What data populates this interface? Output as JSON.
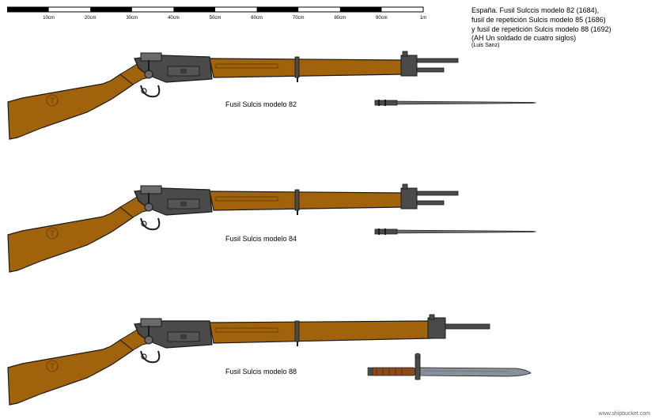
{
  "scale": {
    "ticks": [
      "10cm",
      "20cm",
      "30cm",
      "40cm",
      "50cm",
      "60cm",
      "70cm",
      "80cm",
      "90cm",
      "1m"
    ]
  },
  "description": {
    "line1": "España. Fusil Sulccis modelo 82 (1684),",
    "line2": "fusil de repetición Sulcis modelo 85 (1686)",
    "line3": "y fusil de repetición Sulcis modelo 88 (1692)",
    "line4": "(AH Un soldado de cuatro siglos)",
    "line5": "(Luis Sanz)"
  },
  "rifles": [
    {
      "label": "Fusil Sulcis modelo 82"
    },
    {
      "label": "Fusil Sulcis modelo 84"
    },
    {
      "label": "Fusil Sulcis modelo 88"
    }
  ],
  "watermark": "www.shipbucket.com",
  "colors": {
    "wood": "#a0620a",
    "wood_dark": "#6b3f04",
    "metal": "#4a4a4a",
    "metal_light": "#6a6a6a",
    "outline": "#1a1a1a",
    "blade": "#8a9099"
  }
}
